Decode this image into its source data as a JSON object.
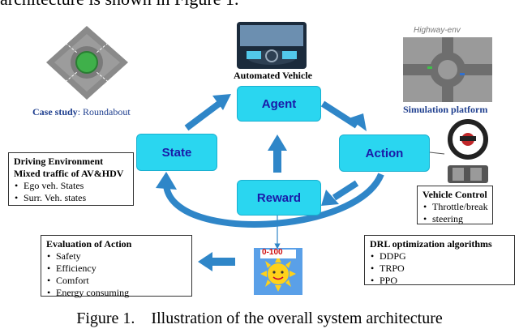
{
  "header_fragment": "architecture is shown in Figure 1.",
  "nodes": {
    "agent": "Agent",
    "state": "State",
    "action": "Action",
    "reward": "Reward"
  },
  "labels": {
    "automated_vehicle": "Automated Vehicle",
    "case_study_prefix": "Case study",
    "case_study_suffix": ": Roundabout",
    "highway_env": "Highway-env",
    "simulation_platform": "Simulation platform",
    "reward_score": "0-100"
  },
  "driving_environment": {
    "title_1": "Driving Environment",
    "title_2": "Mixed traffic of AV&HDV",
    "items": [
      "Ego veh. States",
      "Surr. Veh. states"
    ]
  },
  "vehicle_control": {
    "title": "Vehicle Control",
    "items": [
      "Throttle/break",
      "steering"
    ]
  },
  "evaluation": {
    "title": "Evaluation of Action",
    "items": [
      "Safety",
      "Efficiency",
      "Comfort",
      "Energy consuming"
    ]
  },
  "drl": {
    "title": "DRL optimization algorithms",
    "items": [
      "DDPG",
      "TRPO",
      "PPO"
    ]
  },
  "caption": "Figure 1.    Illustration of the overall system architecture",
  "colors": {
    "node_fill": "#2ad6f0",
    "node_text": "#1a1aa8",
    "arrow": "#2f86c8",
    "case_study": "#1f3f8f"
  }
}
